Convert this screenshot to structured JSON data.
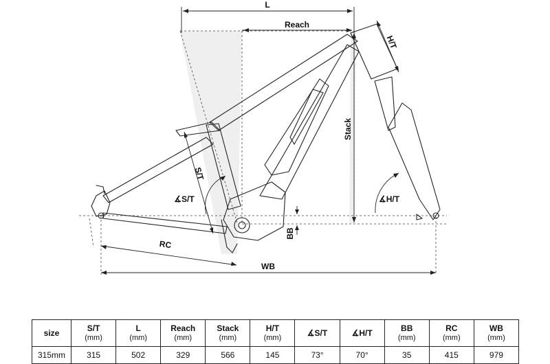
{
  "diagram": {
    "labels": {
      "l": "L",
      "reach": "Reach",
      "ht": "H/T",
      "stack": "Stack",
      "st": "S/T",
      "st_angle": "∡S/T",
      "ht_angle": "∡H/T",
      "bb": "BB",
      "rc": "RC",
      "wb": "WB"
    }
  },
  "table": {
    "columns": [
      {
        "label": "size",
        "unit": ""
      },
      {
        "label": "S/T",
        "unit": "(mm)"
      },
      {
        "label": "L",
        "unit": "(mm)"
      },
      {
        "label": "Reach",
        "unit": "(mm)"
      },
      {
        "label": "Stack",
        "unit": "(mm)"
      },
      {
        "label": "H/T",
        "unit": "(mm)"
      },
      {
        "label": "∡S/T",
        "unit": ""
      },
      {
        "label": "∡H/T",
        "unit": ""
      },
      {
        "label": "BB",
        "unit": "(mm)"
      },
      {
        "label": "RC",
        "unit": "(mm)"
      },
      {
        "label": "WB",
        "unit": "(mm)"
      }
    ],
    "rows": [
      [
        "315mm",
        "315",
        "502",
        "329",
        "566",
        "145",
        "73°",
        "70°",
        "35",
        "415",
        "979"
      ]
    ]
  }
}
